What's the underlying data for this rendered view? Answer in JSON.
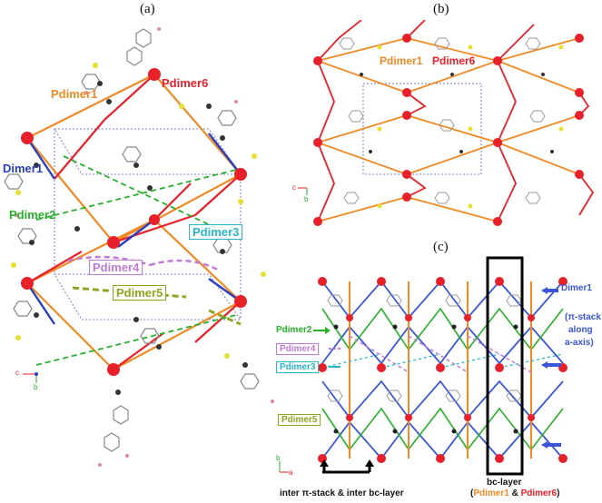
{
  "panels": [
    {
      "id": "a",
      "label": "(a)"
    },
    {
      "id": "b",
      "label": "(b)"
    },
    {
      "id": "c",
      "label": "(c)"
    }
  ],
  "panel_a": {
    "pdimer1": "Pdimer1",
    "pdimer6": "Pdimer6",
    "dimer1": "Dimer1",
    "pdimer2": "Pdimer2",
    "pdimer3": "Pdimer3",
    "pdimer4": "Pdimer4",
    "pdimer5": "Pdimer5",
    "axis_c": "c",
    "axis_b": "b"
  },
  "panel_b": {
    "pdimer1": "Pdimer1",
    "pdimer6": "Pdimer6",
    "axis_c": "c",
    "axis_b": "b"
  },
  "panel_c": {
    "pdimer2": "Pdimer2",
    "pdimer4": "Pdimer4",
    "pdimer3": "Pdimer3",
    "pdimer5": "Pdimer5",
    "dimer1": "Dimer1",
    "pi_stack_1": "(π-stack",
    "pi_stack_2": "along",
    "pi_stack_3": "a-axis)",
    "bottom_left": "inter π-stack & inter bc-layer",
    "bc_layer": "bc-layer",
    "bc_open": "(",
    "bc_p1": "Pdimer1",
    "bc_amp": " & ",
    "bc_p6": "Pdimer6",
    "bc_close": ")",
    "axis_a": "a",
    "axis_b": "b"
  },
  "colors": {
    "red": "#e8202a",
    "orange": "#f08a24",
    "blue": "#2a3fc0",
    "green": "#27b02a",
    "cyan": "#2ab4c8",
    "violet": "#c07ad8",
    "olive": "#8da624",
    "dimer_blue": "#3a56d8"
  }
}
